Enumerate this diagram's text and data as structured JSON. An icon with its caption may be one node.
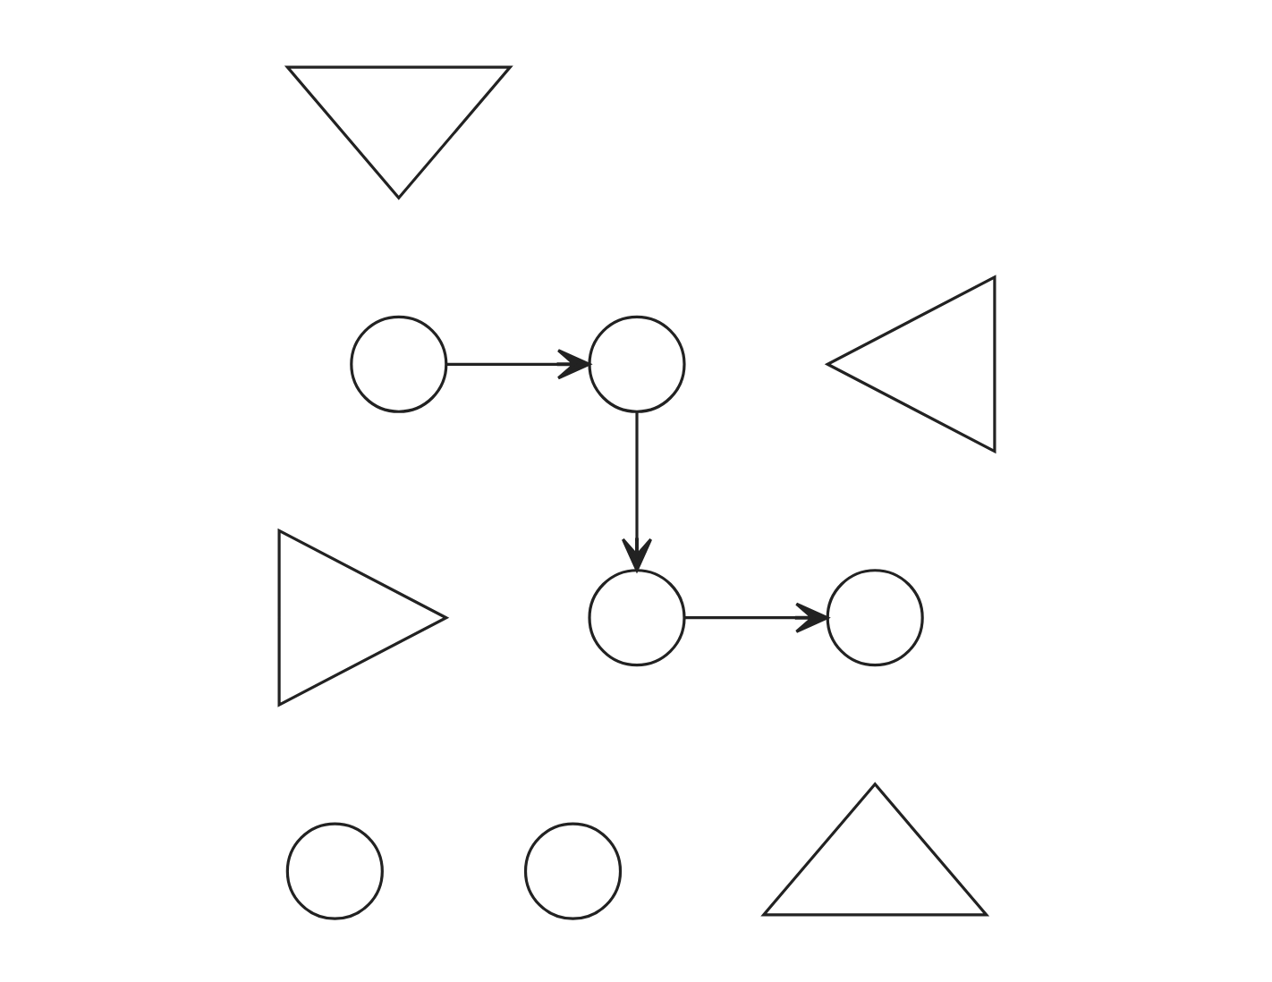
{
  "diagram": {
    "nodes": [
      {
        "text": [],
        "shape": "triangle"
      },
      {
        "text": [],
        "shape": "circle"
      },
      {
        "text": [],
        "shape": "circle"
      },
      {
        "text": [],
        "shape": "triangle"
      },
      {
        "text": [],
        "shape": "triangle"
      },
      {
        "text": [],
        "shape": "circle"
      },
      {
        "text": [],
        "shape": "circle"
      },
      {
        "text": [],
        "shape": "triangle"
      },
      {
        "text": [],
        "shape": "circle"
      },
      {
        "text": [],
        "shape": "circle"
      }
    ],
    "edges": [
      {
        "from": 1,
        "to": 2,
        "arrow": "to"
      },
      {
        "from": 2,
        "to": 5,
        "arrow": "to"
      },
      {
        "from": 5,
        "to": 6,
        "arrow": "to"
      }
    ]
  }
}
